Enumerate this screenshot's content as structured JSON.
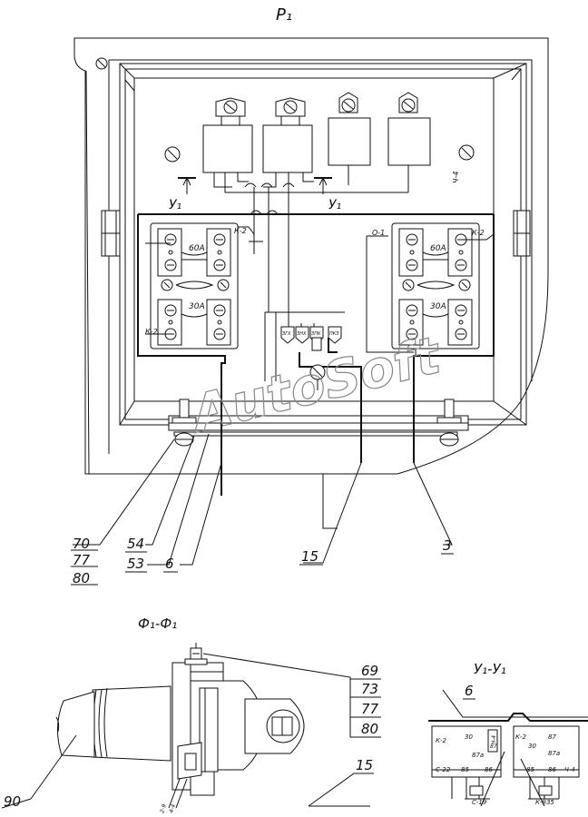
{
  "view_titles": {
    "main": "P₁",
    "section_f": "Ф₁-Ф₁",
    "section_u": "У₁-У₁"
  },
  "watermark": "AutoSoft",
  "main_view": {
    "section_marks": [
      "У₁",
      "У₁"
    ],
    "wire_labels": [
      "К-2",
      "К-2",
      "К-2",
      "О-1",
      "Ч-4"
    ],
    "fuse_ratings": [
      "60А",
      "30А",
      "60А",
      "30А"
    ],
    "fuse_tags": [
      "ЗГХ",
      "ЗНХ",
      "ЗПК",
      "ПКЗ"
    ],
    "callouts": {
      "stack_left": [
        "70",
        "77",
        "80"
      ],
      "c54": "54",
      "c53": "53",
      "c6": "6",
      "c15": "15",
      "c3": "3"
    }
  },
  "section_f": {
    "callouts": {
      "stack": [
        "69",
        "73",
        "77",
        "80"
      ],
      "c15": "15",
      "c90": "90"
    },
    "side_labels": [
      "2-9",
      "4-4"
    ]
  },
  "section_u": {
    "callout_6": "6",
    "relay_left": {
      "pins": [
        "30",
        "87",
        "87а",
        "85",
        "86",
        "Ч-4"
      ],
      "wires": [
        "К-2",
        "С-22"
      ]
    },
    "relay_right": {
      "pins": [
        "К-2",
        "30",
        "87",
        "87а",
        "85",
        "86",
        "Ч-4"
      ]
    },
    "bottom_tags": [
      "С-19",
      "К-935"
    ]
  }
}
